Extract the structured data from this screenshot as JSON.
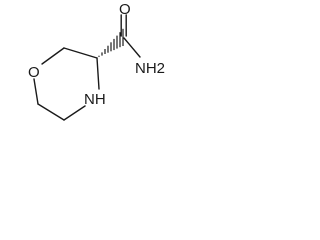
{
  "molecule": {
    "atoms": {
      "ring_oxygen": "O",
      "carbonyl_oxygen": "O",
      "amide_nitrogen": "NH2",
      "ring_nitrogen": "NH"
    }
  },
  "colors": {
    "ink": "#1a1a1a",
    "background": "#ffffff"
  }
}
